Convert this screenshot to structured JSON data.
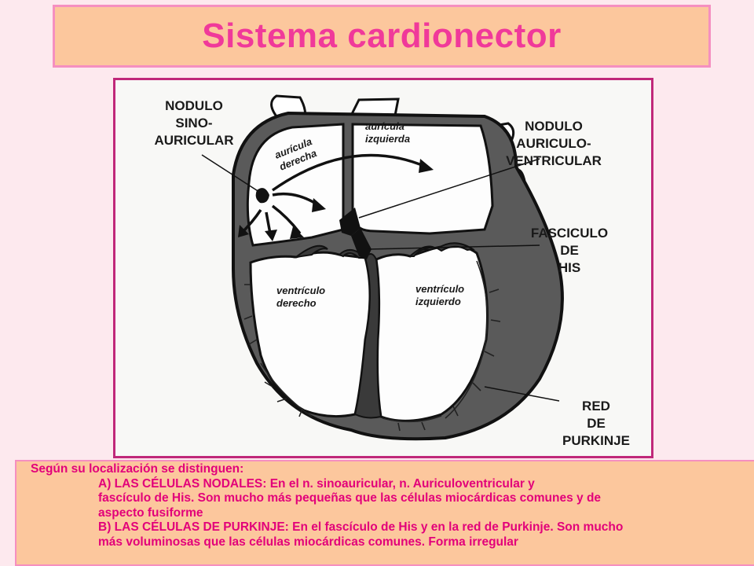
{
  "title": "Sistema cardionector",
  "diagram": {
    "labels": {
      "nodulo_sino": [
        "NODULO",
        "SINO-",
        "AURICULAR"
      ],
      "nodulo_av": [
        "NODULO",
        "AURICULO-",
        "VENTRICULAR"
      ],
      "fasciculo": [
        "FASCICULO",
        "DE",
        "HIS"
      ],
      "red_purkinje": [
        "RED",
        "DE",
        "PURKINJE"
      ],
      "auricula_derecha": [
        "aurícula",
        "derecha"
      ],
      "auricula_izquierda": [
        "aurícula",
        "izquierda"
      ],
      "ventriculo_derecho": [
        "ventrículo",
        "derecho"
      ],
      "ventriculo_izquierdo": [
        "ventrículo",
        "izquierdo"
      ]
    }
  },
  "description": {
    "intro": "Según su localización se distinguen:",
    "item_a_line1": "A) LAS CÉLULAS NODALES: En el n. sinoauricular, n. Auriculoventricular y",
    "item_a_line2": "fascículo de His. Son mucho más pequeñas que las células miocárdicas comunes y de",
    "item_a_line3": "aspecto fusiforme",
    "item_b_line1": "B) LAS CÉLULAS DE PURKINJE: En el fascículo de His y en la red de Purkinje. Son mucho",
    "item_b_line2": "más voluminosas que las células miocárdicas comunes. Forma irregular"
  }
}
